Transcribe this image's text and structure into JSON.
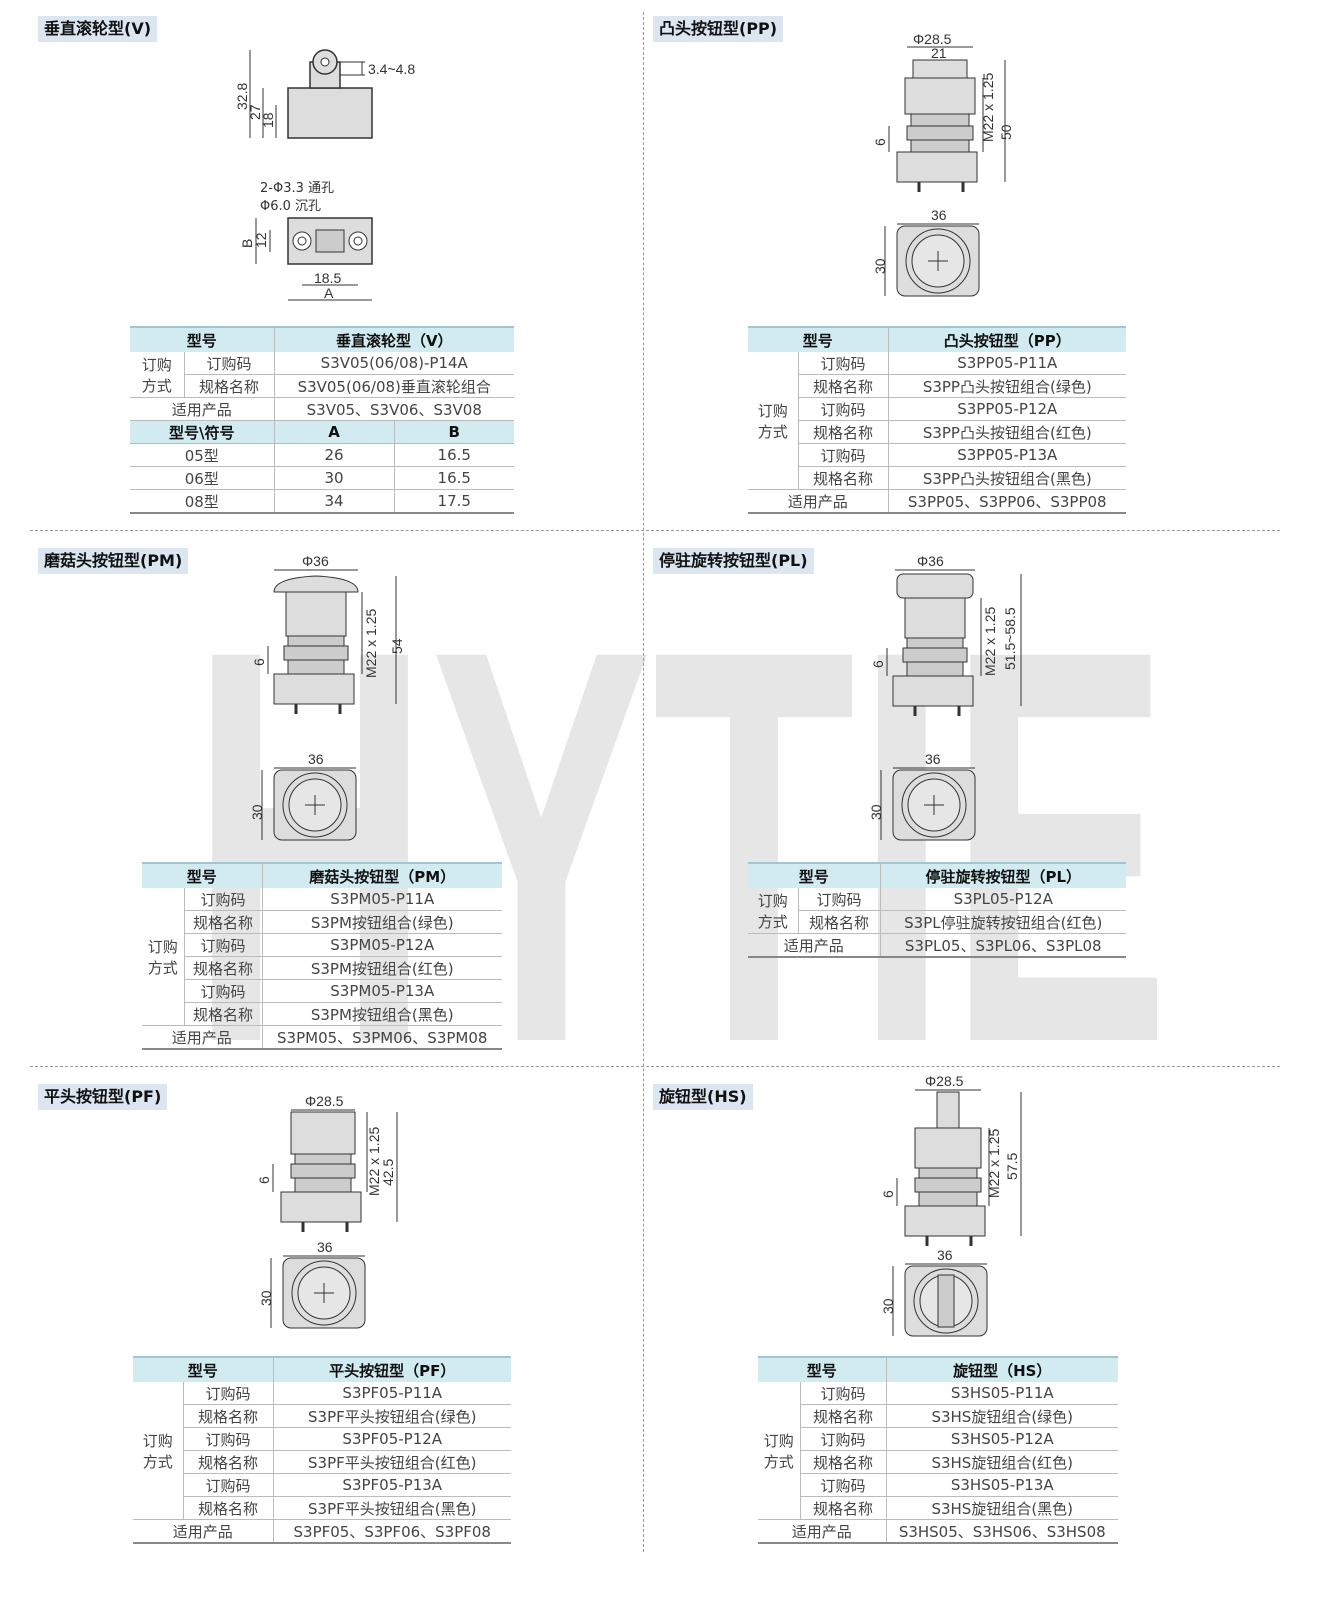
{
  "watermark": "HYTIE",
  "panels": {
    "v": {
      "title": "垂直滚轮型(V)",
      "dims": {
        "d1": "32.8",
        "d2": "27",
        "d3": "18",
        "d4": "3.4~4.8",
        "d5": "2-Φ3.3 通孔",
        "d6": "Φ6.0 沉孔",
        "d7": "B",
        "d8": "12",
        "d9": "18.5",
        "d10": "A"
      },
      "table": {
        "h1": "型号",
        "h2": "垂直滚轮型（V）",
        "group": "订购 方式",
        "r1k": "订购码",
        "r1v": "S3V05(06/08)-P14A",
        "r2k": "规格名称",
        "r2v": "S3V05(06/08)垂直滚轮组合",
        "r3k": "适用产品",
        "r3v": "S3V05、S3V06、S3V08",
        "sh1": "型号\\符号",
        "sh2": "A",
        "sh3": "B",
        "rows": [
          [
            "05型",
            "26",
            "16.5"
          ],
          [
            "06型",
            "30",
            "16.5"
          ],
          [
            "08型",
            "34",
            "17.5"
          ]
        ]
      }
    },
    "pp": {
      "title": "凸头按钮型(PP)",
      "dims": {
        "d1": "Φ28.5",
        "d2": "21",
        "d3": "M22 x 1.25",
        "d4": "50",
        "d5": "6",
        "d6": "36",
        "d7": "30"
      },
      "table": {
        "h1": "型号",
        "h2": "凸头按钮型（PP）",
        "group": "订购 方式",
        "rows": [
          [
            "订购码",
            "S3PP05-P11A"
          ],
          [
            "规格名称",
            "S3PP凸头按钮组合(绿色)"
          ],
          [
            "订购码",
            "S3PP05-P12A"
          ],
          [
            "规格名称",
            "S3PP凸头按钮组合(红色)"
          ],
          [
            "订购码",
            "S3PP05-P13A"
          ],
          [
            "规格名称",
            "S3PP凸头按钮组合(黑色)"
          ]
        ],
        "fk": "适用产品",
        "fv": "S3PP05、S3PP06、S3PP08"
      }
    },
    "pm": {
      "title": "磨菇头按钮型(PM)",
      "dims": {
        "d1": "Φ36",
        "d2": "M22 x 1.25",
        "d3": "54",
        "d4": "6",
        "d5": "36",
        "d6": "30"
      },
      "table": {
        "h1": "型号",
        "h2": "磨菇头按钮型（PM）",
        "group": "订购 方式",
        "rows": [
          [
            "订购码",
            "S3PM05-P11A"
          ],
          [
            "规格名称",
            "S3PM按钮组合(绿色)"
          ],
          [
            "订购码",
            "S3PM05-P12A"
          ],
          [
            "规格名称",
            "S3PM按钮组合(红色)"
          ],
          [
            "订购码",
            "S3PM05-P13A"
          ],
          [
            "规格名称",
            "S3PM按钮组合(黑色)"
          ]
        ],
        "fk": "适用产品",
        "fv": "S3PM05、S3PM06、S3PM08"
      }
    },
    "pl": {
      "title": "停驻旋转按钮型(PL)",
      "dims": {
        "d1": "Φ36",
        "d2": "M22 x 1.25",
        "d3": "51.5~58.5",
        "d4": "6",
        "d5": "36",
        "d6": "30"
      },
      "table": {
        "h1": "型号",
        "h2": "停驻旋转按钮型（PL）",
        "group": "订购 方式",
        "rows": [
          [
            "订购码",
            "S3PL05-P12A"
          ],
          [
            "规格名称",
            "S3PL停驻旋转按钮组合(红色)"
          ]
        ],
        "fk": "适用产品",
        "fv": "S3PL05、S3PL06、S3PL08"
      }
    },
    "pf": {
      "title": "平头按钮型(PF)",
      "dims": {
        "d1": "Φ28.5",
        "d2": "M22 x 1.25",
        "d3": "42.5",
        "d4": "6",
        "d5": "36",
        "d6": "30"
      },
      "table": {
        "h1": "型号",
        "h2": "平头按钮型（PF）",
        "group": "订购 方式",
        "rows": [
          [
            "订购码",
            "S3PF05-P11A"
          ],
          [
            "规格名称",
            "S3PF平头按钮组合(绿色)"
          ],
          [
            "订购码",
            "S3PF05-P12A"
          ],
          [
            "规格名称",
            "S3PF平头按钮组合(红色)"
          ],
          [
            "订购码",
            "S3PF05-P13A"
          ],
          [
            "规格名称",
            "S3PF平头按钮组合(黑色)"
          ]
        ],
        "fk": "适用产品",
        "fv": "S3PF05、S3PF06、S3PF08"
      }
    },
    "hs": {
      "title": "旋钮型(HS)",
      "dims": {
        "d1": "Φ28.5",
        "d2": "M22 x 1.25",
        "d3": "57.5",
        "d4": "6",
        "d5": "36",
        "d6": "30"
      },
      "table": {
        "h1": "型号",
        "h2": "旋钮型（HS）",
        "group": "订购 方式",
        "rows": [
          [
            "订购码",
            "S3HS05-P11A"
          ],
          [
            "规格名称",
            "S3HS旋钮组合(绿色)"
          ],
          [
            "订购码",
            "S3HS05-P12A"
          ],
          [
            "规格名称",
            "S3HS旋钮组合(红色)"
          ],
          [
            "订购码",
            "S3HS05-P13A"
          ],
          [
            "规格名称",
            "S3HS旋钮组合(黑色)"
          ]
        ],
        "fk": "适用产品",
        "fv": "S3HS05、S3HS06、S3HS08"
      }
    }
  }
}
